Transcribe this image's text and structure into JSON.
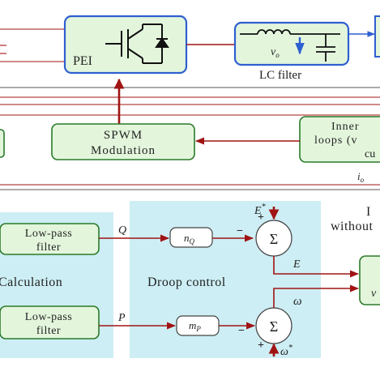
{
  "blocks": {
    "pei": "PEI",
    "lc_filter": "LC filter",
    "capacitor_voltage": "v",
    "capacitor_voltage_sub": "o",
    "spwm_line1": "SPWM",
    "spwm_line2": "Modulation",
    "inner_line1": "Inner",
    "inner_line2": "loops (v",
    "inner_line3": "cu",
    "lowpass_q_line1": "Low-pass",
    "lowpass_q_line2": "filter",
    "lowpass_p_line1": "Low-pass",
    "lowpass_p_line2": "filter",
    "calculation": "Calculation",
    "droop_control": "Droop control",
    "without_partial": "without",
    "right_top_partial": "I",
    "right_box_partial": "v",
    "n_q": "n",
    "n_q_sub": "Q",
    "m_p": "m",
    "m_p_sub": "P"
  },
  "signals": {
    "io": "i",
    "io_sub": "o",
    "q": "Q",
    "p": "P",
    "e": "E",
    "omega": "ω",
    "e_star": "E",
    "e_star_sup": "*",
    "omega_star": "ω",
    "omega_star_sup": "*",
    "sum": "Σ",
    "minus_q": "−",
    "plus_e": "+",
    "minus_p": "−",
    "plus_w": "+"
  },
  "colors": {
    "wire": "#a01414",
    "block_fill": "#e3f6dc",
    "block_stroke": "#2a7a2a",
    "pei_border": "#2e5fd0",
    "region_fill": "#cdeef4",
    "current_arrow": "#2e5fd0"
  },
  "icons": {
    "pei": "igbt-switch-icon",
    "inductor": "inductor-coil-icon",
    "capacitor": "capacitor-icon",
    "summing": "summing-junction-icon"
  }
}
